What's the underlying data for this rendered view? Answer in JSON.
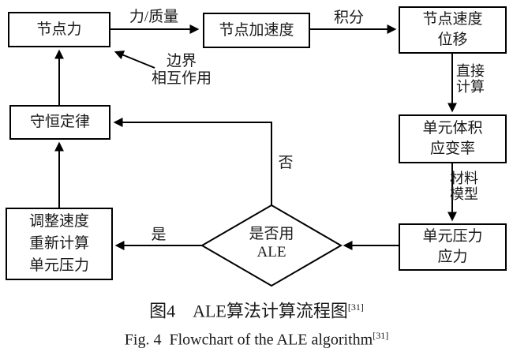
{
  "figure": {
    "caption_cn": {
      "text": "图4　ALE算法计算流程图",
      "ref": "[31]"
    },
    "caption_en": {
      "text": "Fig. 4 Flowchart of the ALE algorithm",
      "ref": "[31]"
    }
  },
  "nodes": {
    "nodal_force": "节点力",
    "nodal_acceleration": "节点加速度",
    "nodal_velocity_displacement": "节点速度\n位移",
    "element_volume_strain_rate": "单元体积\n应变率",
    "element_pressure_stress": "单元压力\n应力",
    "conservation_law": "守恒定律",
    "adjust_velocity_recompute_pressure": "调整速度\n重新计算\n单元压力",
    "use_ale_decision": "是否用\nALE"
  },
  "edge_labels": {
    "force_over_mass": "力/质量",
    "integration": "积分",
    "boundary_interaction": "边界\n相互作用",
    "direct_calculation": "直接\n计算",
    "material_model": "材料\n模型",
    "no": "否",
    "yes": "是"
  },
  "colors": {
    "line": "#000000",
    "text": "#1a1a1a",
    "background": "#ffffff"
  }
}
